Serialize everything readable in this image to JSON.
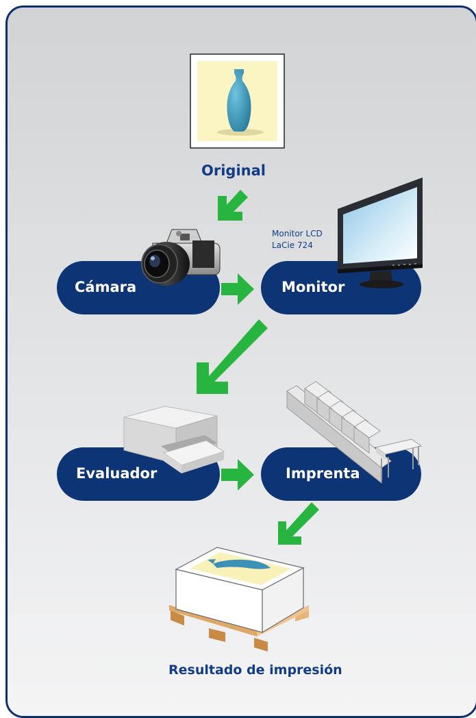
{
  "nodes": {
    "original": "Original",
    "camera": "Cámara",
    "monitor": "Monitor",
    "evaluator": "Evaluador",
    "press": "Imprenta",
    "result": "Resultado de impresión"
  },
  "monitor_note": {
    "line1": "Monitor LCD",
    "line2": "LaCie 724"
  },
  "colors": {
    "pill": "#0d3475",
    "text": "#123c86",
    "arrow": "#27b53f",
    "frame": "#0b2f6e"
  },
  "icons": [
    "vase-icon",
    "camera-icon",
    "lcd-monitor-icon",
    "proof-printer-icon",
    "printing-press-icon",
    "paper-pallet-icon"
  ]
}
